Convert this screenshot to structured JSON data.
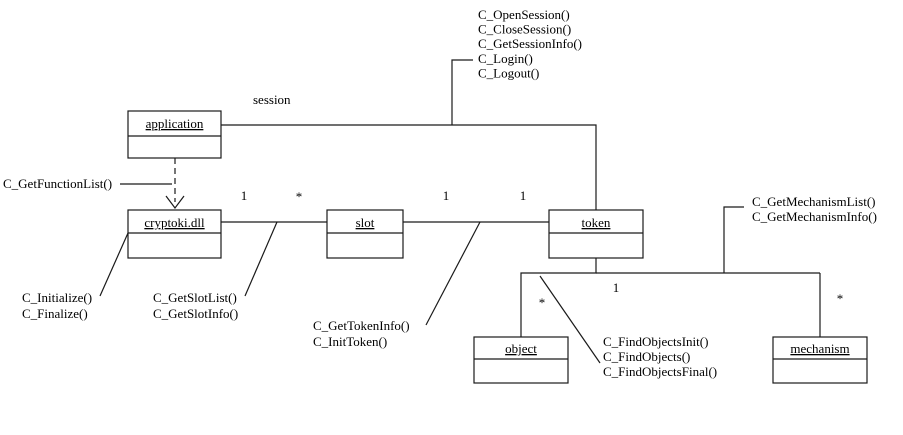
{
  "classes": {
    "application": "application",
    "cryptoki": "cryptoki.dll",
    "slot": "slot",
    "token": "token",
    "object": "object",
    "mechanism": "mechanism"
  },
  "association_labels": {
    "session": "session"
  },
  "multiplicities": {
    "cryptoki_slot_left": "1",
    "cryptoki_slot_right": "*",
    "slot_token_left": "1",
    "slot_token_right": "1",
    "token_object": "*",
    "token_children": "1",
    "token_mechanism": "*"
  },
  "function_groups": {
    "session_functions": [
      "C_OpenSession()",
      "C_CloseSession()",
      "C_GetSessionInfo()",
      "C_Login()",
      "C_Logout()"
    ],
    "function_list": [
      "C_GetFunctionList()"
    ],
    "init_functions": [
      "C_Initialize()",
      "C_Finalize()"
    ],
    "slot_functions": [
      "C_GetSlotList()",
      "C_GetSlotInfo()"
    ],
    "token_functions": [
      "C_GetTokenInfo()",
      "C_InitToken()"
    ],
    "find_functions": [
      "C_FindObjectsInit()",
      "C_FindObjects()",
      "C_FindObjectsFinal()"
    ],
    "mechanism_functions": [
      "C_GetMechanismList()",
      "C_GetMechanismInfo()"
    ]
  }
}
